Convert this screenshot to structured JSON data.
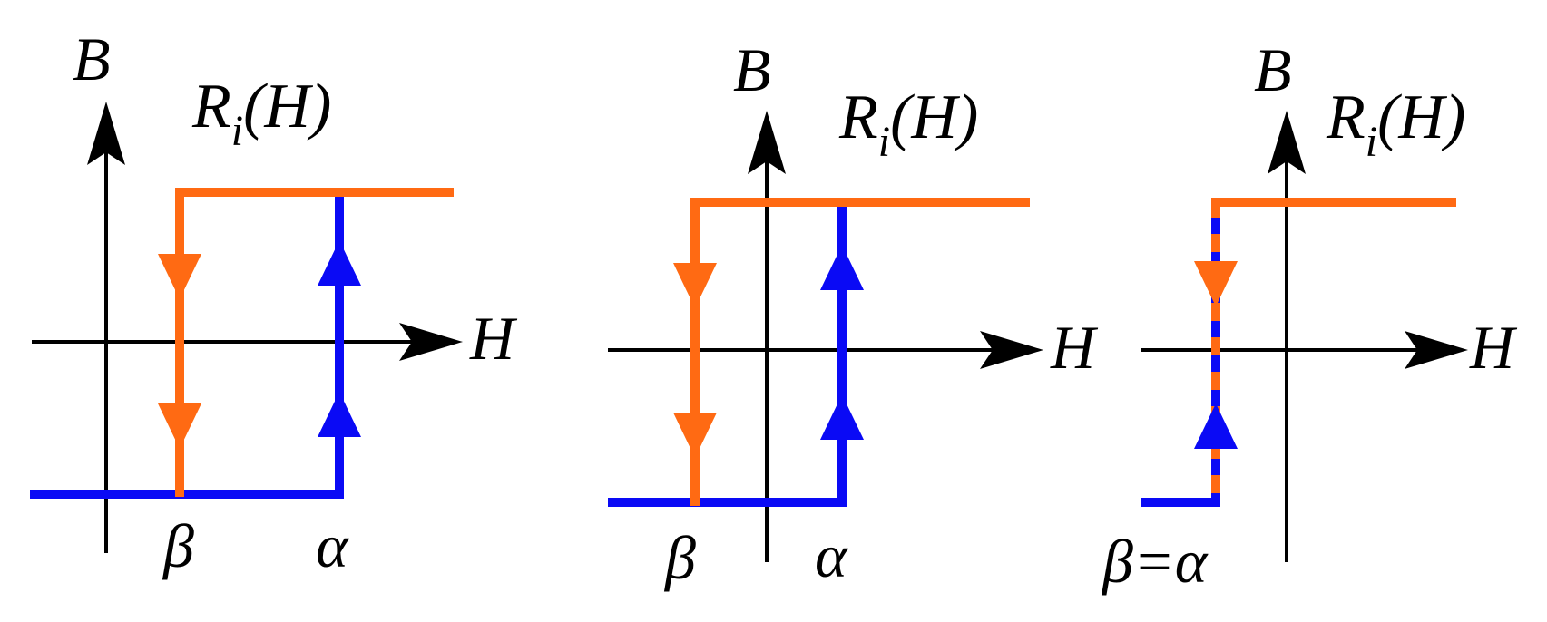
{
  "colors": {
    "axis": "#000000",
    "descending_branch": "#ff6a13",
    "ascending_branch": "#0a0af5"
  },
  "panels": [
    {
      "axis_b_label": "B",
      "axis_h_label": "H",
      "operator_label": "R",
      "operator_subscript": "i",
      "operator_arg": "(H)",
      "beta_label": "β",
      "alpha_label": "α"
    },
    {
      "axis_b_label": "B",
      "axis_h_label": "H",
      "operator_label": "R",
      "operator_subscript": "i",
      "operator_arg": "(H)",
      "beta_label": "β",
      "alpha_label": "α"
    },
    {
      "axis_b_label": "B",
      "axis_h_label": "H",
      "operator_label": "R",
      "operator_subscript": "i",
      "operator_arg": "(H)",
      "equal_label": "β=α"
    }
  ]
}
